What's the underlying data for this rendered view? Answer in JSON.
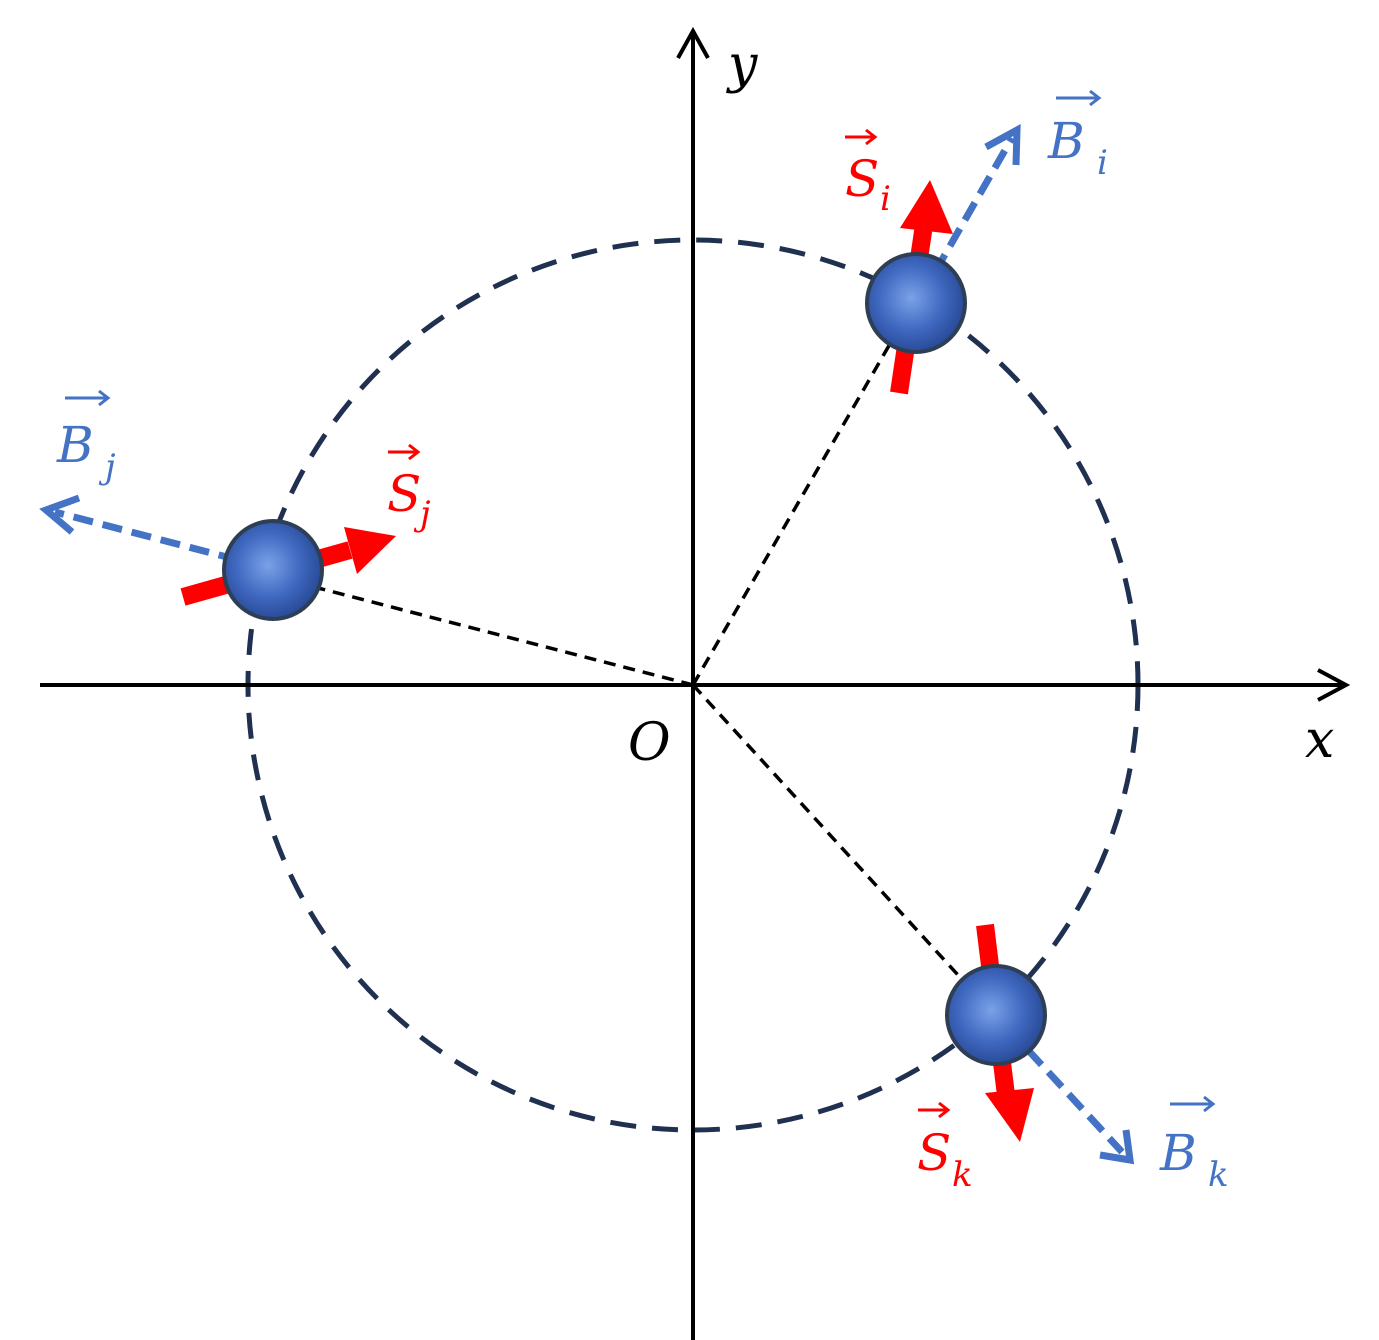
{
  "axes": {
    "x_label": "x",
    "y_label": "y",
    "origin_label": "O"
  },
  "spins": {
    "i": {
      "symbol": "S",
      "subscript": "i"
    },
    "j": {
      "symbol": "S",
      "subscript": "j"
    },
    "k": {
      "symbol": "S",
      "subscript": "k"
    }
  },
  "fields": {
    "i": {
      "symbol": "B",
      "subscript": "i"
    },
    "j": {
      "symbol": "B",
      "subscript": "j"
    },
    "k": {
      "symbol": "B",
      "subscript": "k"
    }
  },
  "colors": {
    "spin_arrow": "#ff0000",
    "field_arrow": "#4472c4",
    "circle": "#1f3050",
    "particle": "#3a62b8",
    "axes": "#000000"
  }
}
